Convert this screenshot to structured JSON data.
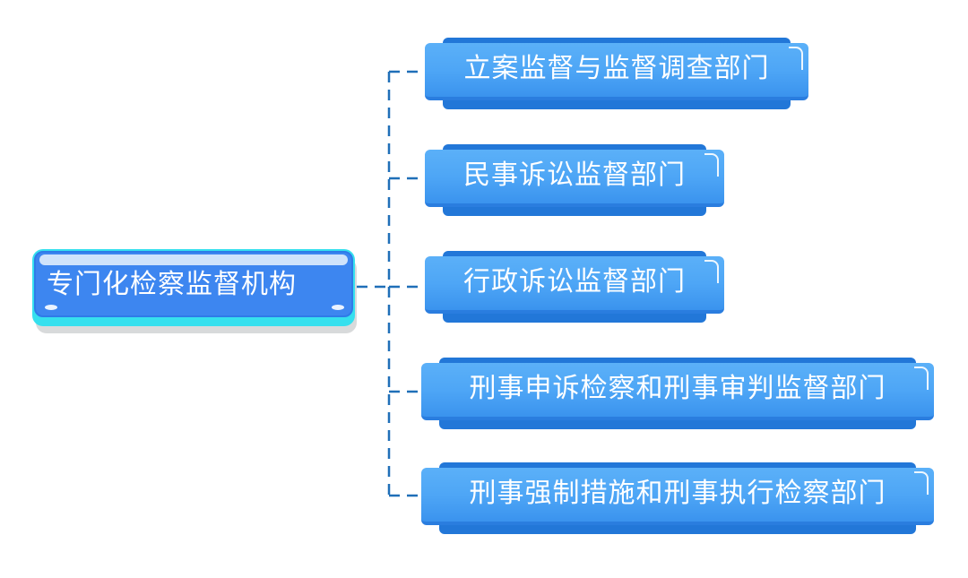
{
  "diagram": {
    "root": {
      "label": "专门化检察监督机构"
    },
    "children": [
      {
        "label": "立案监督与监督调查部门"
      },
      {
        "label": "民事诉讼监督部门"
      },
      {
        "label": "行政诉讼监督部门"
      },
      {
        "label": "刑事申诉检察和刑事审判监督部门"
      },
      {
        "label": "刑事强制措施和刑事执行检察部门"
      }
    ]
  },
  "colors": {
    "connector": "#1f6fb8",
    "root_face": "#3d86f0",
    "root_edge": "#36e0ee",
    "node_face": "#4ea6f6",
    "node_back": "#2277d8"
  }
}
